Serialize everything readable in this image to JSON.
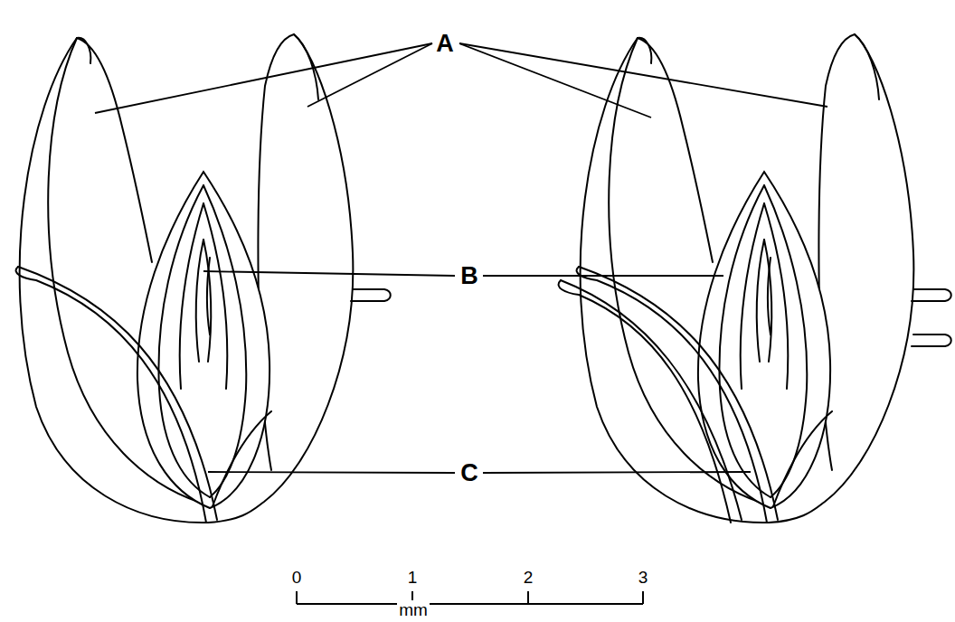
{
  "diagram": {
    "labels": [
      "A",
      "B",
      "C",
      "0",
      "1",
      "2",
      "3",
      "mm"
    ]
  }
}
